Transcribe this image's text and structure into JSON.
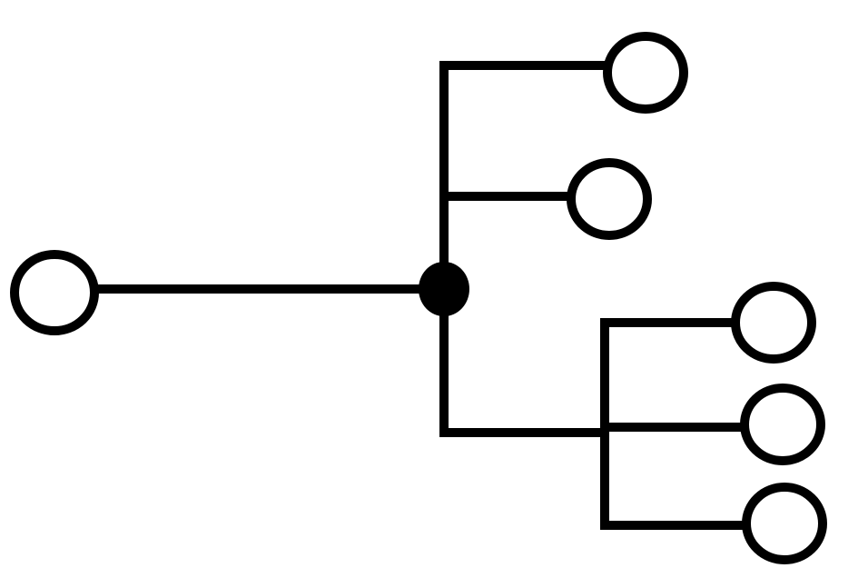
{
  "diagram": {
    "colors": {
      "stroke": "#000000",
      "background": "#ffffff",
      "hub_fill": "#000000",
      "node_fill": "#ffffff"
    },
    "nodes": [
      {
        "id": "root",
        "kind": "open-circle"
      },
      {
        "id": "hub",
        "kind": "filled-circle"
      },
      {
        "id": "leaf-1",
        "kind": "open-circle"
      },
      {
        "id": "leaf-2",
        "kind": "open-circle"
      },
      {
        "id": "leaf-3",
        "kind": "open-circle"
      },
      {
        "id": "leaf-4",
        "kind": "open-circle"
      },
      {
        "id": "leaf-5",
        "kind": "open-circle"
      }
    ],
    "edges": [
      {
        "from": "root",
        "to": "hub"
      },
      {
        "from": "hub",
        "to": "leaf-1"
      },
      {
        "from": "hub",
        "to": "leaf-2"
      },
      {
        "from": "hub",
        "to": "leaf-3"
      },
      {
        "from": "hub",
        "to": "leaf-4"
      },
      {
        "from": "hub",
        "to": "leaf-5"
      }
    ]
  }
}
